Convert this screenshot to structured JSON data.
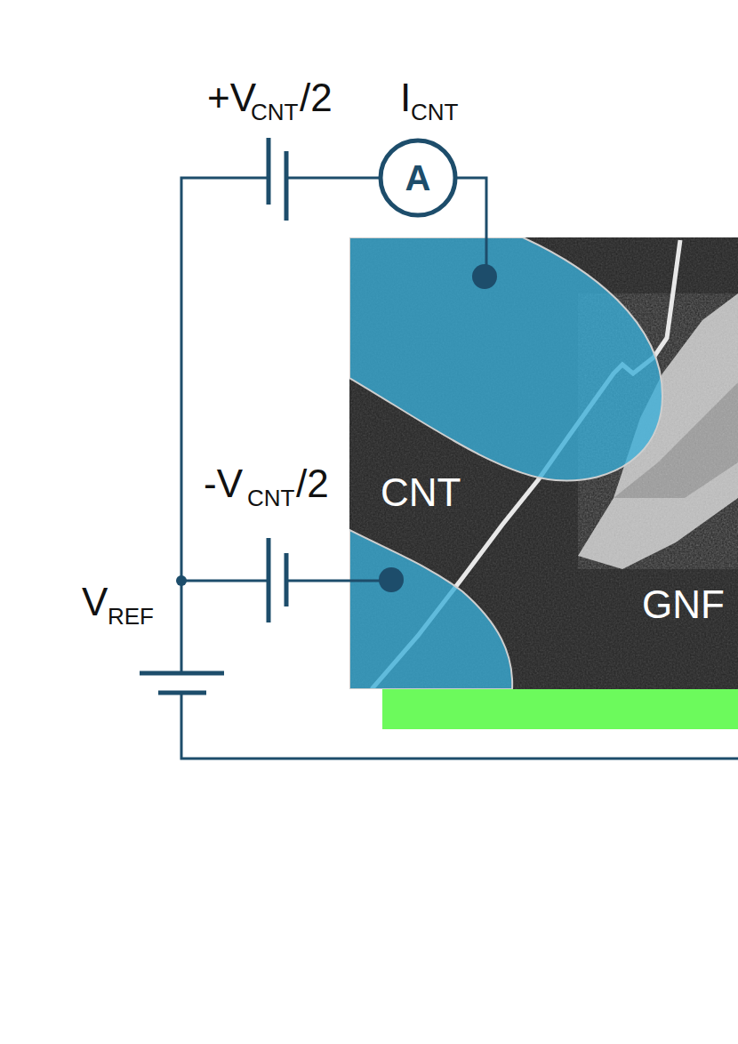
{
  "diagram": {
    "nodes": [
      {
        "text": [
          "A"
        ]
      }
    ],
    "labels": [
      "+V",
      "CNT",
      "/2",
      "I",
      "CNT",
      "-V",
      "CNT",
      "/2",
      "V",
      "REF",
      "CNT",
      "GNF"
    ]
  }
}
